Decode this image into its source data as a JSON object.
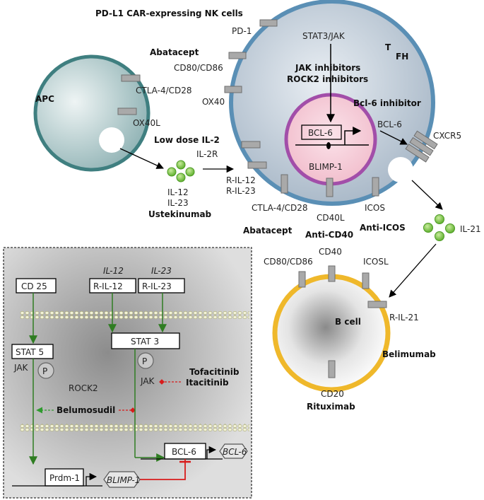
{
  "top_label": "PD-L1 CAR-expressing NK cells",
  "apc": {
    "title": "APC",
    "receptors": [
      "CTLA-4/CD28",
      "OX40L"
    ]
  },
  "tfh": {
    "title": "T",
    "subscript": "FH",
    "receptors": [
      "PD-1",
      "CD80/CD86",
      "OX40",
      "IL-2R",
      "R-IL-12",
      "R-IL-23",
      "CTLA-4/CD28",
      "CD40L",
      "ICOS",
      "CXCR5"
    ],
    "signal": "STAT3/JAK",
    "nucleus": {
      "gene": "BCL-6",
      "repressor": "BLIMP-1"
    },
    "bcl6_output": "BCL-6"
  },
  "drugs": {
    "abatacept_top": "Abatacept",
    "jak_inhibitors": "JAK inhibitors",
    "rock2_inhibitors": "ROCK2 inhibitors",
    "bcl6_inhibitor": "Bcl-6 inhibitor",
    "low_dose_il2": "Low dose IL-2",
    "ustekinumab": "Ustekinumab",
    "abatacept_bottom": "Abatacept",
    "anti_cd40": "Anti-CD40",
    "anti_icos": "Anti-ICOS",
    "belimumab": "Belimumab",
    "rituximab": "Rituximab"
  },
  "cytokines": {
    "il12": "IL-12",
    "il23": "IL-23",
    "il21": "IL-21"
  },
  "bcell": {
    "title": "B cell",
    "receptors": [
      "CD80/CD86",
      "CD40",
      "ICOSL",
      "R-IL-21",
      "CD20"
    ]
  },
  "inset": {
    "cd25": "CD 25",
    "ligand_il12": "IL-12",
    "ligand_il23": "IL-23",
    "r_il12": "R-IL-12",
    "r_il23": "R-IL-23",
    "stat5": "STAT 5",
    "stat3": "STAT 3",
    "jak_left": "JAK",
    "p_left": "P",
    "p_right": "P",
    "jak_right": "JAK",
    "rock2": "ROCK2",
    "tofacitinib": "Tofacitinib",
    "itacitinib": "Itacitinib",
    "belumosudil": "Belumosudil",
    "bcl6_protein": "BCL-6",
    "bcl6_gene": "BCL-6",
    "prdm1": "Prdm-1",
    "blimp1_gene": "BLIMP-1"
  },
  "colors": {
    "apc_fill": "#a8c4c6",
    "apc_border": "#3f7f80",
    "tfh_fill": "#aebfcf",
    "tfh_border": "#5a8fb5",
    "nucleus_fill": "#f4c6d2",
    "nucleus_border": "#a24ea9",
    "bcell_border": "#efb82b",
    "cytokine": "#7cc242",
    "receptor": "#a9a9a9",
    "green_arrow": "#2f7d22",
    "red": "#d81b1b"
  }
}
